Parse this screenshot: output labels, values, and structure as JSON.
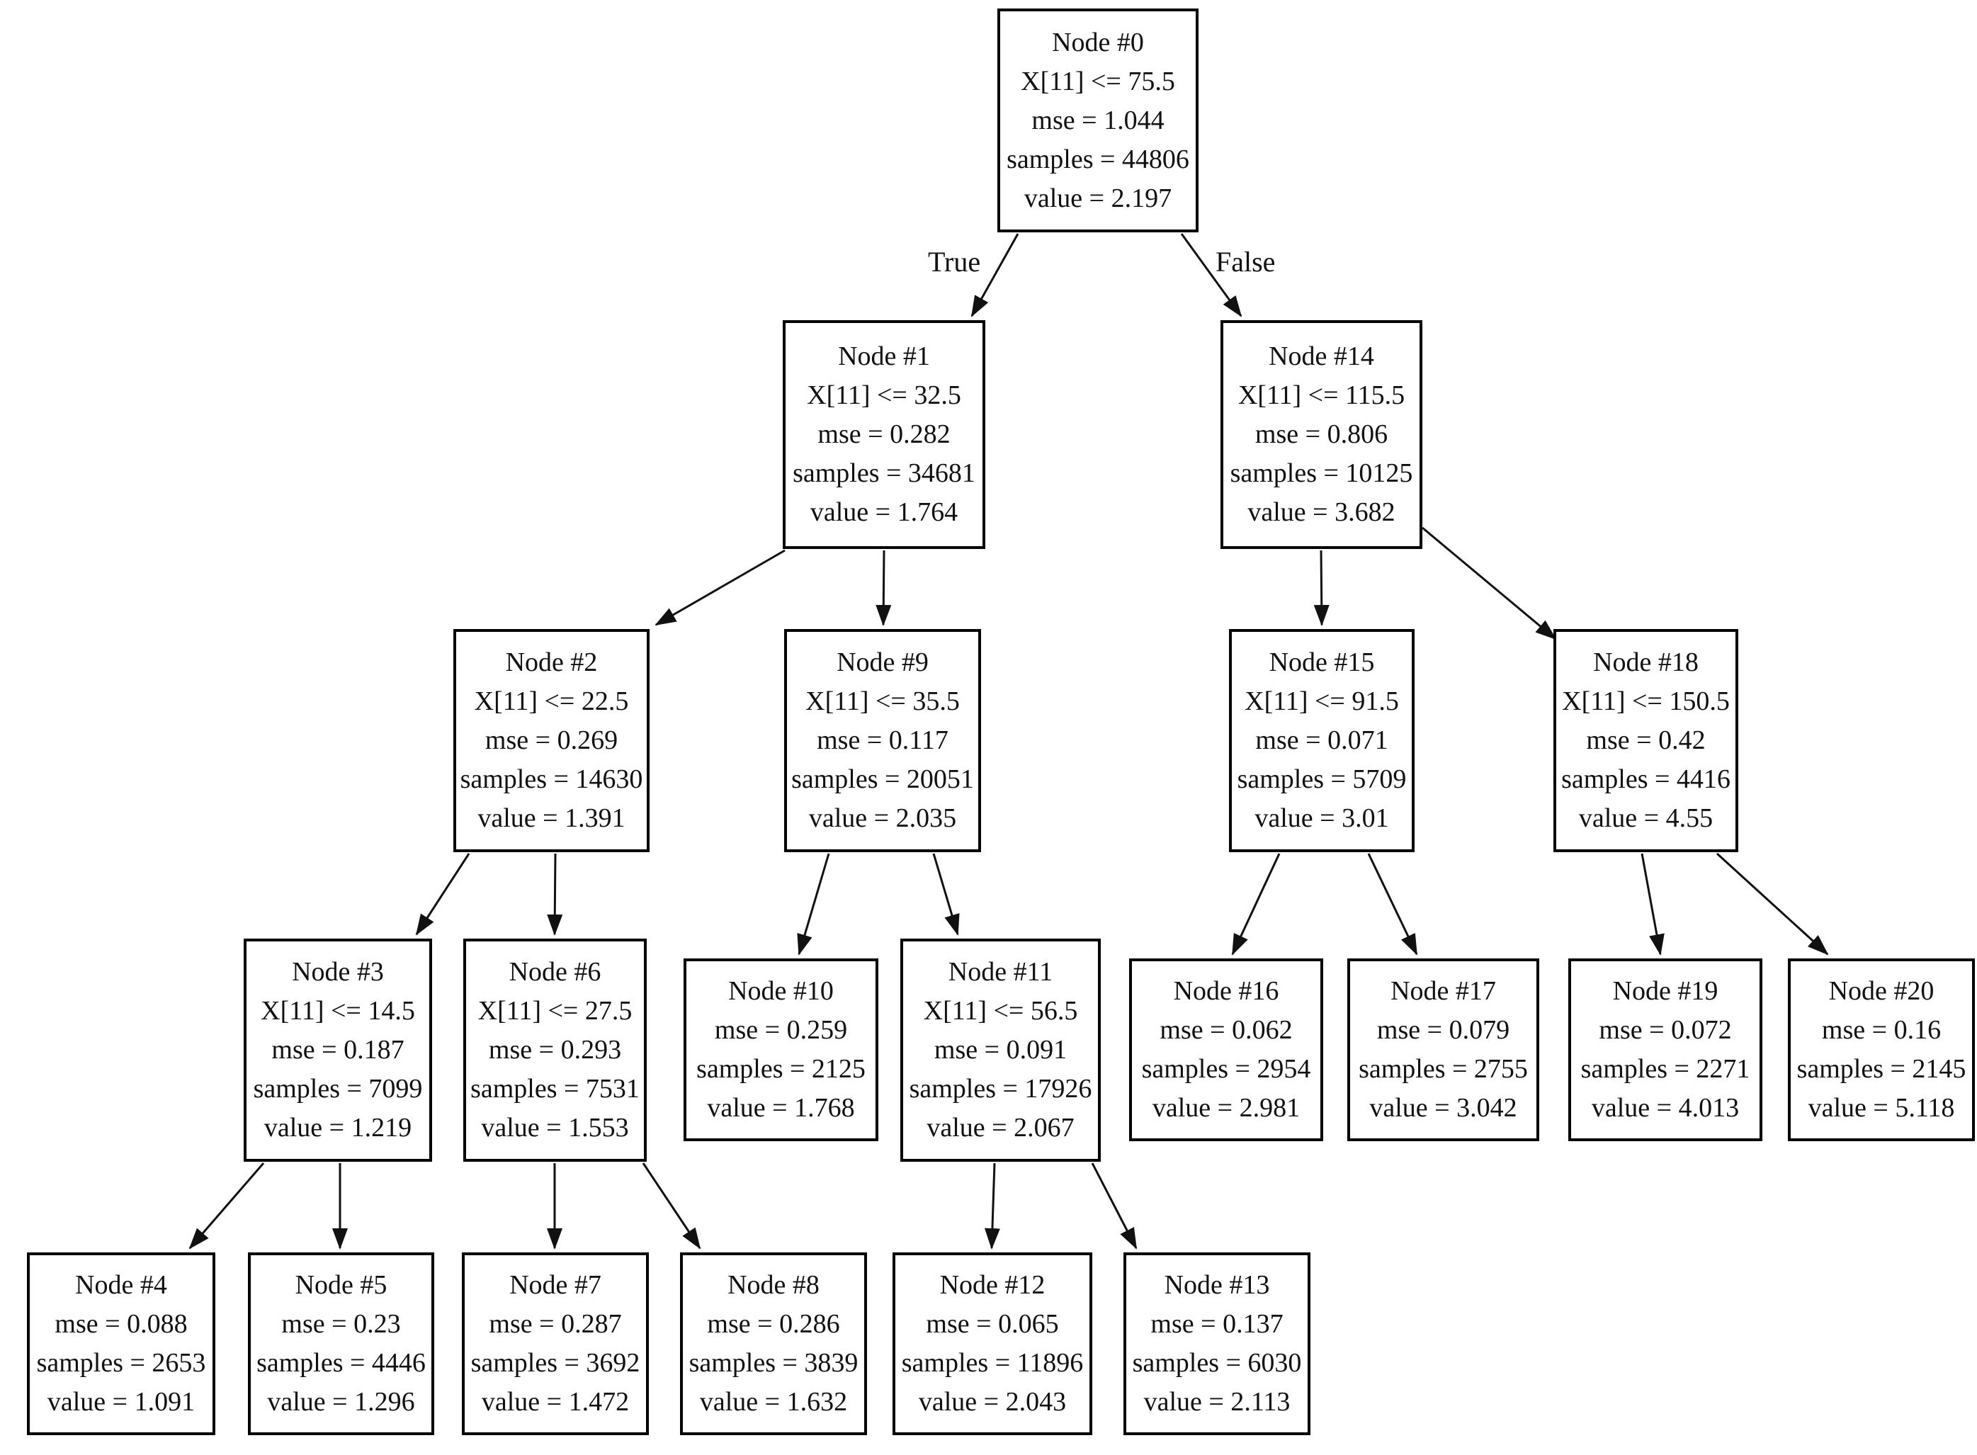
{
  "diagram": {
    "type": "decision-tree-regression",
    "split_feature": "X[11]"
  },
  "colors": {
    "background": "#ffffff",
    "node_border": "#000000",
    "text": "#111111",
    "edge": "#111111"
  },
  "edges": [
    {
      "from": 0,
      "to": 1,
      "label": "True"
    },
    {
      "from": 0,
      "to": 14,
      "label": "False"
    },
    {
      "from": 1,
      "to": 2
    },
    {
      "from": 1,
      "to": 9
    },
    {
      "from": 14,
      "to": 15
    },
    {
      "from": 14,
      "to": 18
    },
    {
      "from": 2,
      "to": 3
    },
    {
      "from": 2,
      "to": 6
    },
    {
      "from": 9,
      "to": 10
    },
    {
      "from": 9,
      "to": 11
    },
    {
      "from": 15,
      "to": 16
    },
    {
      "from": 15,
      "to": 17
    },
    {
      "from": 18,
      "to": 19
    },
    {
      "from": 18,
      "to": 20
    },
    {
      "from": 3,
      "to": 4
    },
    {
      "from": 3,
      "to": 5
    },
    {
      "from": 6,
      "to": 7
    },
    {
      "from": 6,
      "to": 8
    },
    {
      "from": 11,
      "to": 12
    },
    {
      "from": 11,
      "to": 13
    }
  ],
  "nodes": [
    {
      "title": "Node #0",
      "condition": "X[11] <= 75.5",
      "mse": "mse = 1.044",
      "samples": "samples = 44806",
      "value": "value = 2.197"
    },
    {
      "title": "Node #1",
      "condition": "X[11] <= 32.5",
      "mse": "mse = 0.282",
      "samples": "samples = 34681",
      "value": "value = 1.764"
    },
    {
      "title": "Node #2",
      "condition": "X[11] <= 22.5",
      "mse": "mse = 0.269",
      "samples": "samples = 14630",
      "value": "value = 1.391"
    },
    {
      "title": "Node #3",
      "condition": "X[11] <= 14.5",
      "mse": "mse = 0.187",
      "samples": "samples = 7099",
      "value": "value = 1.219"
    },
    {
      "title": "Node #4",
      "mse": "mse = 0.088",
      "samples": "samples = 2653",
      "value": "value = 1.091"
    },
    {
      "title": "Node #5",
      "mse": "mse = 0.23",
      "samples": "samples = 4446",
      "value": "value = 1.296"
    },
    {
      "title": "Node #6",
      "condition": "X[11] <= 27.5",
      "mse": "mse = 0.293",
      "samples": "samples = 7531",
      "value": "value = 1.553"
    },
    {
      "title": "Node #7",
      "mse": "mse = 0.287",
      "samples": "samples = 3692",
      "value": "value = 1.472"
    },
    {
      "title": "Node #8",
      "mse": "mse = 0.286",
      "samples": "samples = 3839",
      "value": "value = 1.632"
    },
    {
      "title": "Node #9",
      "condition": "X[11] <= 35.5",
      "mse": "mse = 0.117",
      "samples": "samples = 20051",
      "value": "value = 2.035"
    },
    {
      "title": "Node #10",
      "mse": "mse = 0.259",
      "samples": "samples = 2125",
      "value": "value = 1.768"
    },
    {
      "title": "Node #11",
      "condition": "X[11] <= 56.5",
      "mse": "mse = 0.091",
      "samples": "samples = 17926",
      "value": "value = 2.067"
    },
    {
      "title": "Node #12",
      "mse": "mse = 0.065",
      "samples": "samples = 11896",
      "value": "value = 2.043"
    },
    {
      "title": "Node #13",
      "mse": "mse = 0.137",
      "samples": "samples = 6030",
      "value": "value = 2.113"
    },
    {
      "title": "Node #14",
      "condition": "X[11] <= 115.5",
      "mse": "mse = 0.806",
      "samples": "samples = 10125",
      "value": "value = 3.682"
    },
    {
      "title": "Node #15",
      "condition": "X[11] <= 91.5",
      "mse": "mse = 0.071",
      "samples": "samples = 5709",
      "value": "value = 3.01"
    },
    {
      "title": "Node #16",
      "mse": "mse = 0.062",
      "samples": "samples = 2954",
      "value": "value = 2.981"
    },
    {
      "title": "Node #17",
      "mse": "mse = 0.079",
      "samples": "samples = 2755",
      "value": "value = 3.042"
    },
    {
      "title": "Node #18",
      "condition": "X[11] <= 150.5",
      "mse": "mse = 0.42",
      "samples": "samples = 4416",
      "value": "value = 4.55"
    },
    {
      "title": "Node #19",
      "mse": "mse = 0.072",
      "samples": "samples = 2271",
      "value": "value = 4.013"
    },
    {
      "title": "Node #20",
      "mse": "mse = 0.16",
      "samples": "samples = 2145",
      "value": "value = 5.118"
    }
  ]
}
